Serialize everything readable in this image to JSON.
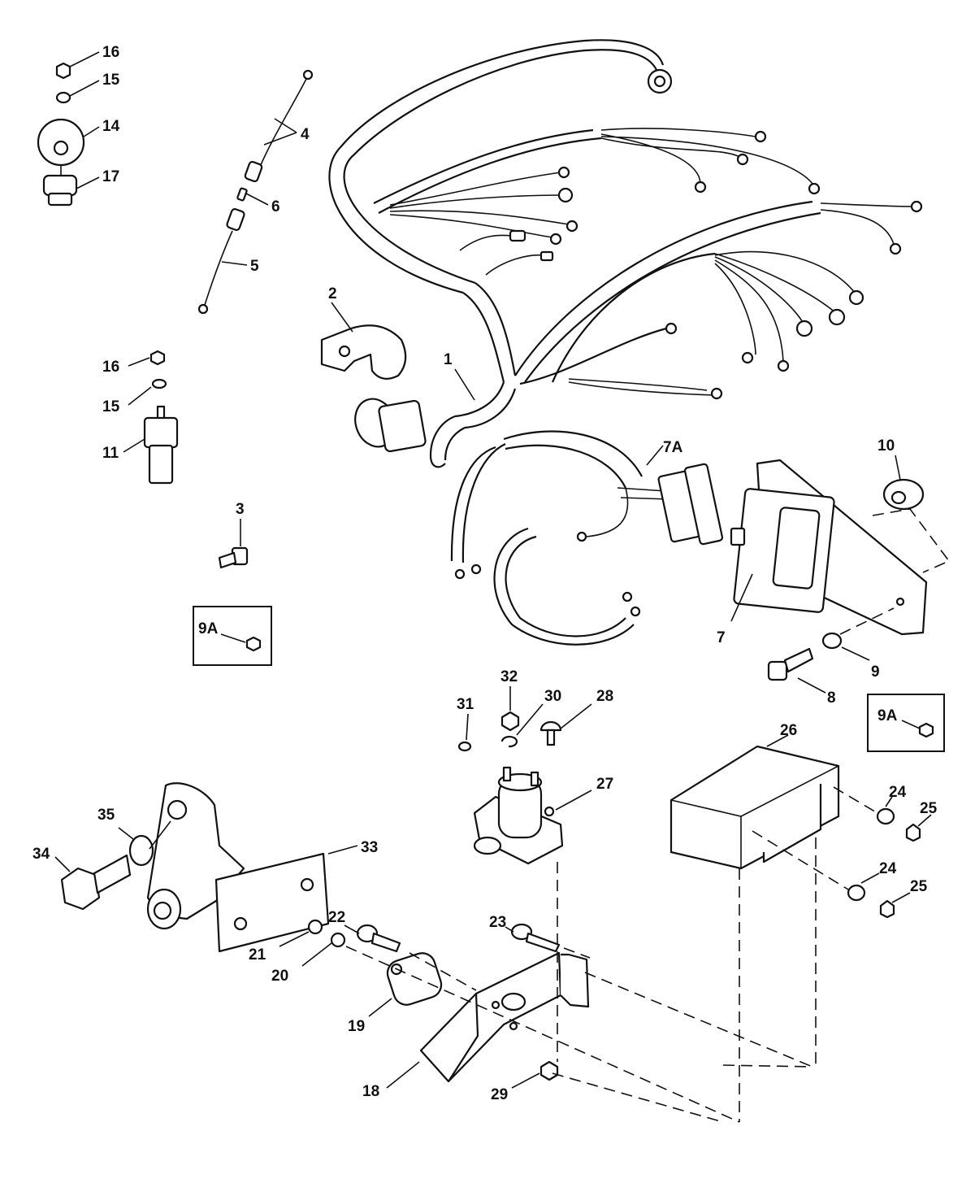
{
  "callouts": {
    "c1": "1",
    "c2": "2",
    "c3": "3",
    "c4": "4",
    "c5": "5",
    "c6": "6",
    "c7": "7",
    "c7a": "7A",
    "c8": "8",
    "c9": "9",
    "c9a_left": "9A",
    "c9a_right": "9A",
    "c10": "10",
    "c11": "11",
    "c14": "14",
    "c15_top": "15",
    "c15_mid": "15",
    "c16_top": "16",
    "c16_mid": "16",
    "c17": "17",
    "c18": "18",
    "c19": "19",
    "c20": "20",
    "c21": "21",
    "c22": "22",
    "c23": "23",
    "c24_top": "24",
    "c24_bot": "24",
    "c25_top": "25",
    "c25_bot": "25",
    "c26": "26",
    "c27": "27",
    "c28": "28",
    "c29": "29",
    "c30": "30",
    "c31": "31",
    "c32": "32",
    "c33": "33",
    "c34": "34",
    "c35": "35"
  }
}
